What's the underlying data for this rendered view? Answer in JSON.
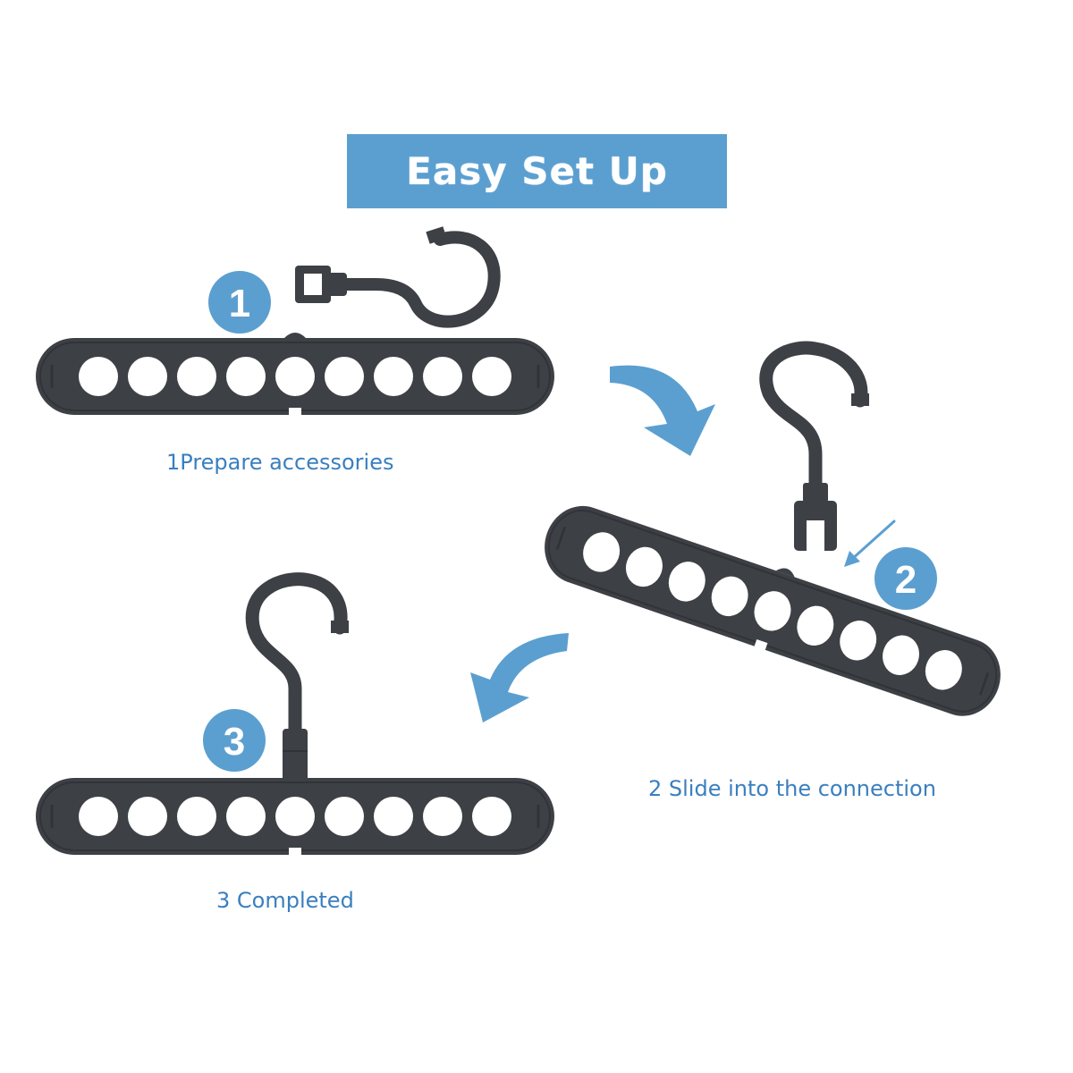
{
  "title": "Easy Set Up",
  "steps": [
    {
      "number": "1",
      "caption": "1Prepare accessories"
    },
    {
      "number": "2",
      "caption": "2 Slide into the connection"
    },
    {
      "number": "3",
      "caption": "3 Completed"
    }
  ],
  "colors": {
    "accent": "#5b9fd0",
    "caption": "#3a7fbf",
    "hanger": "#3d4044",
    "hanger_edge": "#2a2c30",
    "background": "#ffffff"
  },
  "icons": {
    "hanger": "multi-hole-hanger-icon",
    "hook": "swivel-hook-icon",
    "arrow": "curved-arrow-icon"
  }
}
